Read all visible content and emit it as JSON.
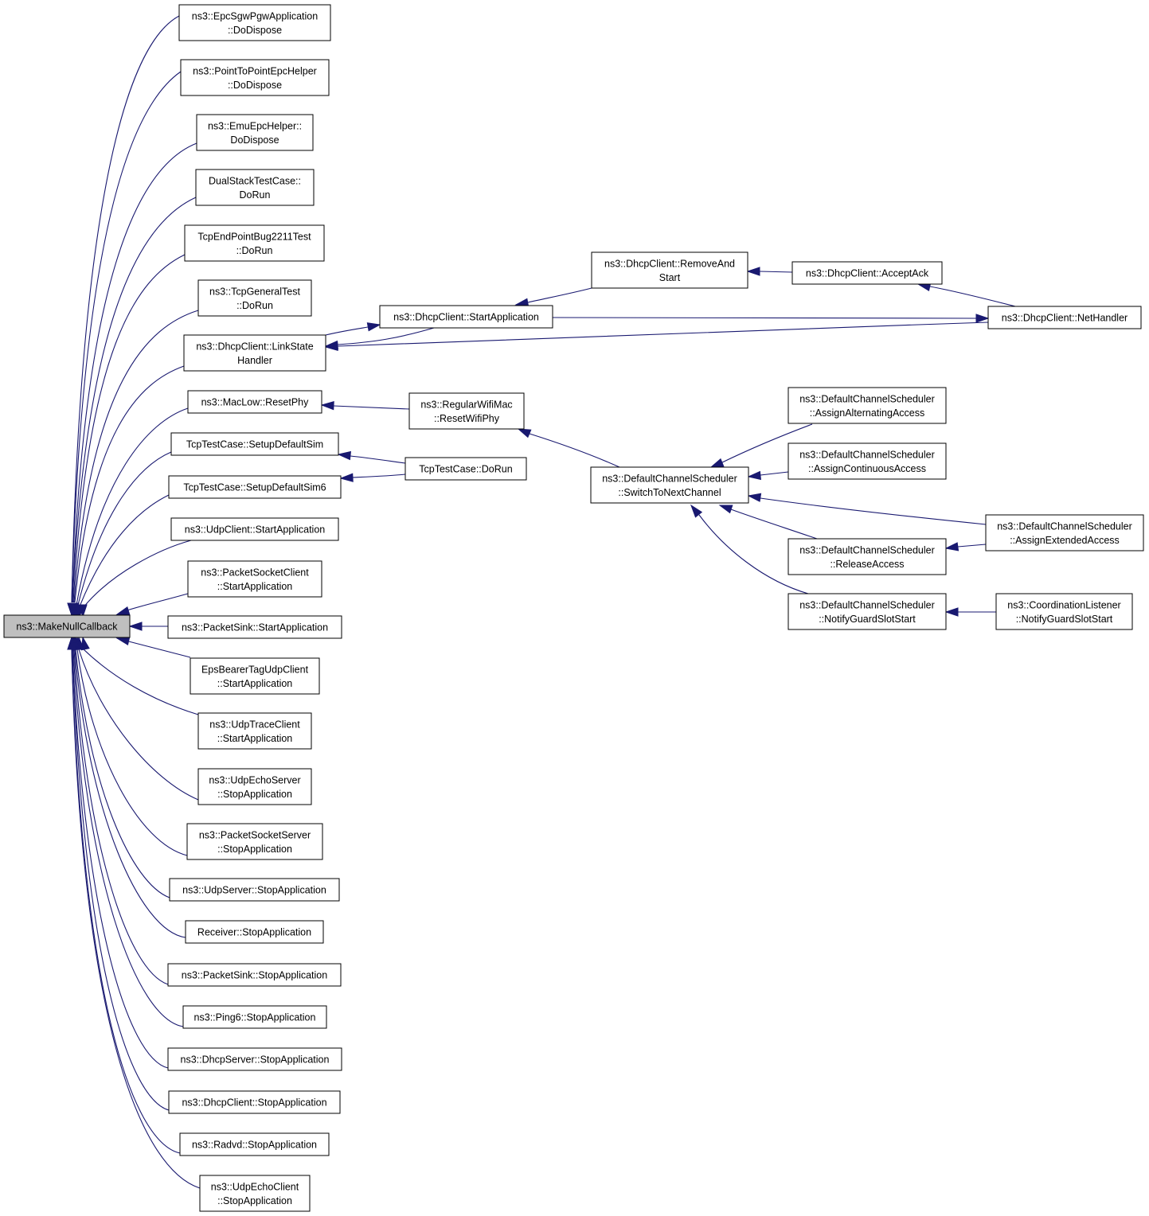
{
  "nodes": {
    "root": [
      "ns3::MakeNullCallback"
    ],
    "epc_sgw": [
      "ns3::EpcSgwPgwApplication",
      "::DoDispose"
    ],
    "p2p_epc": [
      "ns3::PointToPointEpcHelper",
      "::DoDispose"
    ],
    "emu_epc": [
      "ns3::EmuEpcHelper::",
      "DoDispose"
    ],
    "dual_stack": [
      "DualStackTestCase::",
      "DoRun"
    ],
    "tcp_endpoint": [
      "TcpEndPointBug2211Test",
      "::DoRun"
    ],
    "tcp_general": [
      "ns3::TcpGeneralTest",
      "::DoRun"
    ],
    "dhcp_linkstate": [
      "ns3::DhcpClient::LinkState",
      "Handler"
    ],
    "maclow_resetphy": [
      "ns3::MacLow::ResetPhy"
    ],
    "tcp_setup": [
      "TcpTestCase::SetupDefaultSim"
    ],
    "tcp_setup6": [
      "TcpTestCase::SetupDefaultSim6"
    ],
    "udpclient_start": [
      "ns3::UdpClient::StartApplication"
    ],
    "packetsocketclient_start": [
      "ns3::PacketSocketClient",
      "::StartApplication"
    ],
    "packetsink_start": [
      "ns3::PacketSink::StartApplication"
    ],
    "epsbearer_start": [
      "EpsBearerTagUdpClient",
      "::StartApplication"
    ],
    "udptrace_start": [
      "ns3::UdpTraceClient",
      "::StartApplication"
    ],
    "udpechoserver_stop": [
      "ns3::UdpEchoServer",
      "::StopApplication"
    ],
    "packetsocketserver_stop": [
      "ns3::PacketSocketServer",
      "::StopApplication"
    ],
    "udpserver_stop": [
      "ns3::UdpServer::StopApplication"
    ],
    "receiver_stop": [
      "Receiver::StopApplication"
    ],
    "packetsink_stop": [
      "ns3::PacketSink::StopApplication"
    ],
    "ping6_stop": [
      "ns3::Ping6::StopApplication"
    ],
    "dhcpserver_stop": [
      "ns3::DhcpServer::StopApplication"
    ],
    "dhcpclient_stop": [
      "ns3::DhcpClient::StopApplication"
    ],
    "radvd_stop": [
      "ns3::Radvd::StopApplication"
    ],
    "udpechoclient_stop": [
      "ns3::UdpEchoClient",
      "::StopApplication"
    ],
    "dhcp_startapp": [
      "ns3::DhcpClient::StartApplication"
    ],
    "dhcp_removeandstart": [
      "ns3::DhcpClient::RemoveAnd",
      "Start"
    ],
    "dhcp_acceptack": [
      "ns3::DhcpClient::AcceptAck"
    ],
    "dhcp_nethandler": [
      "ns3::DhcpClient::NetHandler"
    ],
    "regularwifimac": [
      "ns3::RegularWifiMac",
      "::ResetWifiPhy"
    ],
    "tcptestcase_dorun": [
      "TcpTestCase::DoRun"
    ],
    "dcs_switch": [
      "ns3::DefaultChannelScheduler",
      "::SwitchToNextChannel"
    ],
    "dcs_alternating": [
      "ns3::DefaultChannelScheduler",
      "::AssignAlternatingAccess"
    ],
    "dcs_continuous": [
      "ns3::DefaultChannelScheduler",
      "::AssignContinuousAccess"
    ],
    "dcs_extended": [
      "ns3::DefaultChannelScheduler",
      "::AssignExtendedAccess"
    ],
    "dcs_release": [
      "ns3::DefaultChannelScheduler",
      "::ReleaseAccess"
    ],
    "dcs_guardslot": [
      "ns3::DefaultChannelScheduler",
      "::NotifyGuardSlotStart"
    ],
    "coordination_guardslot": [
      "ns3::CoordinationListener",
      "::NotifyGuardSlotStart"
    ]
  },
  "colors": {
    "edge": "#191970",
    "root_fill": "#bfbfbf",
    "node_fill": "#ffffff",
    "node_border": "#000000"
  }
}
